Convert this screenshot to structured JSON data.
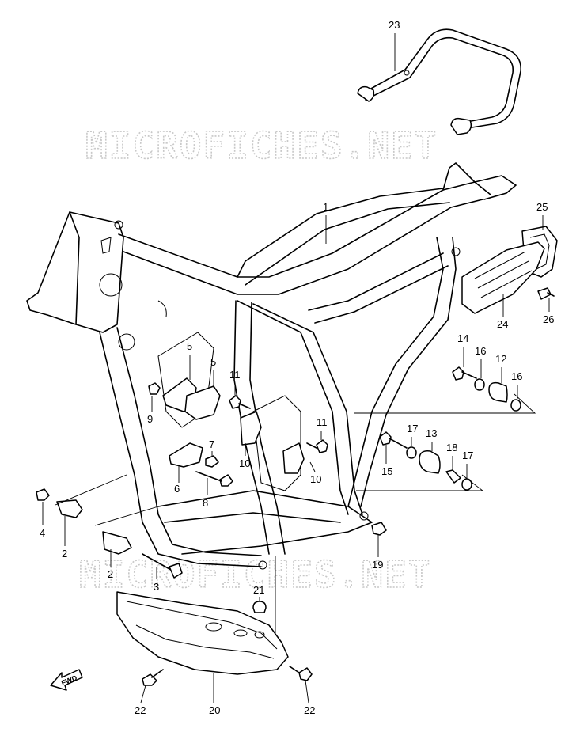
{
  "watermark": "MICROFICHES.NET",
  "fwd_label": "FWD",
  "callouts": [
    "23",
    "1",
    "25",
    "24",
    "26",
    "14",
    "16",
    "12",
    "16",
    "5",
    "5",
    "11",
    "9",
    "7",
    "6",
    "8",
    "10",
    "11",
    "10",
    "17",
    "13",
    "18",
    "17",
    "15",
    "4",
    "2",
    "2",
    "3",
    "19",
    "21",
    "20",
    "22",
    "22"
  ]
}
